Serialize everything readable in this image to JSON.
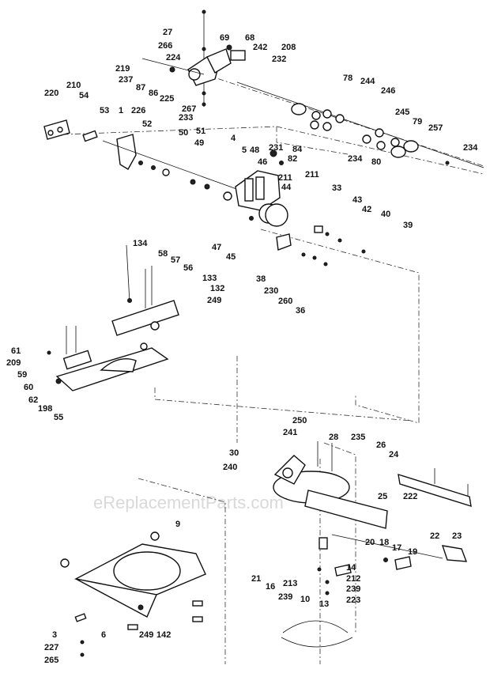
{
  "watermark": "eReplacementParts.com",
  "part_labels": [
    "27",
    "266",
    "224",
    "219",
    "237",
    "87",
    "86",
    "225",
    "267",
    "233",
    "69",
    "68",
    "242",
    "208",
    "232",
    "220",
    "210",
    "54",
    "53",
    "1",
    "226",
    "52",
    "50",
    "51",
    "49",
    "4",
    "5",
    "48",
    "231",
    "84",
    "82",
    "46",
    "211",
    "211",
    "44",
    "33",
    "43",
    "42",
    "40",
    "39",
    "47",
    "45",
    "38",
    "230",
    "260",
    "36",
    "78",
    "244",
    "246",
    "245",
    "79",
    "257",
    "234",
    "80",
    "234",
    "134",
    "58",
    "57",
    "56",
    "133",
    "132",
    "249",
    "61",
    "209",
    "59",
    "60",
    "62",
    "198",
    "55",
    "250",
    "241",
    "28",
    "235",
    "26",
    "24",
    "30",
    "240",
    "25",
    "222",
    "9",
    "22",
    "23",
    "20",
    "18",
    "17",
    "19",
    "21",
    "16",
    "213",
    "14",
    "212",
    "239",
    "239",
    "10",
    "223",
    "13",
    "3",
    "6",
    "249",
    "142",
    "227",
    "265"
  ]
}
